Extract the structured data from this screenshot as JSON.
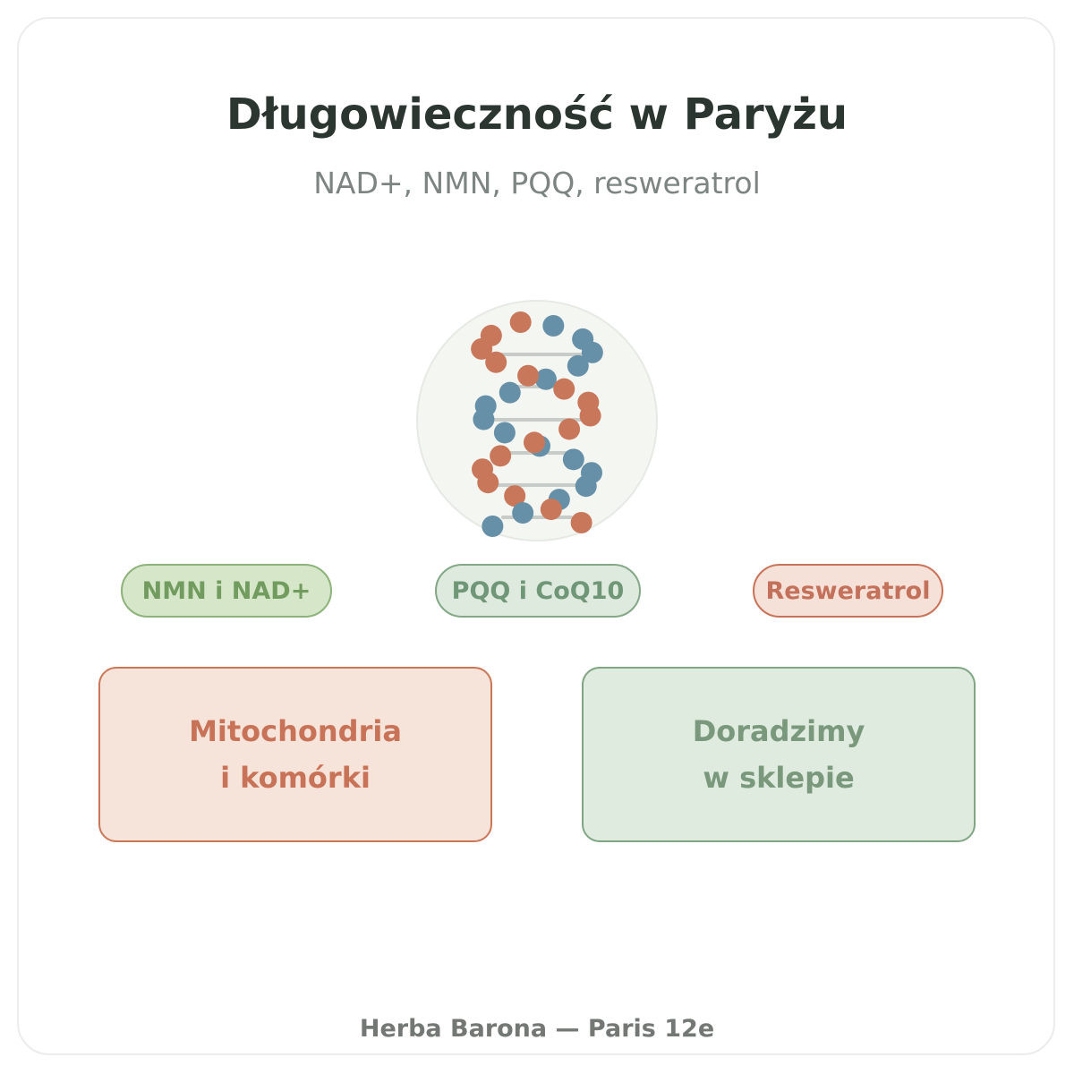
{
  "header": {
    "title": "Długowieczność w Paryżu",
    "subtitle": "NAD+, NMN, PQQ, resweratrol"
  },
  "illustration": {
    "icon": "dna-helix-icon",
    "colors": {
      "strand_a": "#c9775a",
      "strand_b": "#6690a8",
      "rungs": "#c8ccc8",
      "background": "#f4f6f2"
    }
  },
  "tags": [
    {
      "label": "NMN i NAD+",
      "color": "#729c5f"
    },
    {
      "label": "PQQ i CoQ10",
      "color": "#6f9676"
    },
    {
      "label": "Resweratrol",
      "color": "#c3715a"
    }
  ],
  "boxes": [
    {
      "line1": "Mitochondria",
      "line2": "i komórki"
    },
    {
      "line1": "Doradzimy",
      "line2": "w sklepie"
    }
  ],
  "footer": {
    "text": "Herba Barona — Paris 12e"
  }
}
